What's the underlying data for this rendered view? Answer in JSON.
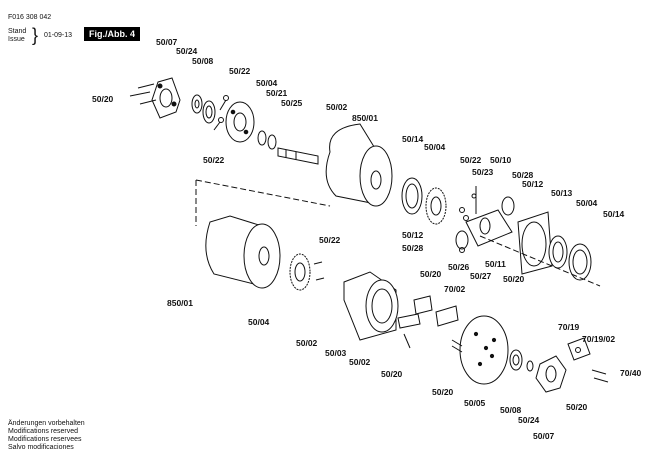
{
  "header": {
    "code": "F016 308 042",
    "stand": "Stand",
    "issue": "Issue",
    "date": "01-09-13",
    "figure": "Fig./Abb. 4"
  },
  "part_labels": [
    "50/07",
    "50/24",
    "50/08",
    "50/22",
    "50/04",
    "50/20",
    "50/21",
    "50/25",
    "50/02",
    "850/01",
    "50/22",
    "50/14",
    "50/04",
    "50/22",
    "50/10",
    "50/23",
    "50/28",
    "50/12",
    "50/13",
    "50/04",
    "50/14",
    "50/12",
    "50/28",
    "50/26",
    "50/11",
    "50/27",
    "50/20",
    "50/22",
    "850/01",
    "50/04",
    "50/20",
    "70/02",
    "50/02",
    "50/03",
    "50/02",
    "50/20",
    "70/19",
    "70/19/02",
    "70/40",
    "50/20",
    "50/05",
    "50/08",
    "50/24",
    "50/20",
    "50/07"
  ],
  "footer": {
    "line1": "Änderungen vorbehalten",
    "line2": "Modifications reserved",
    "line3": "Modifications reservees",
    "line4": "Salvo modificaciones"
  }
}
